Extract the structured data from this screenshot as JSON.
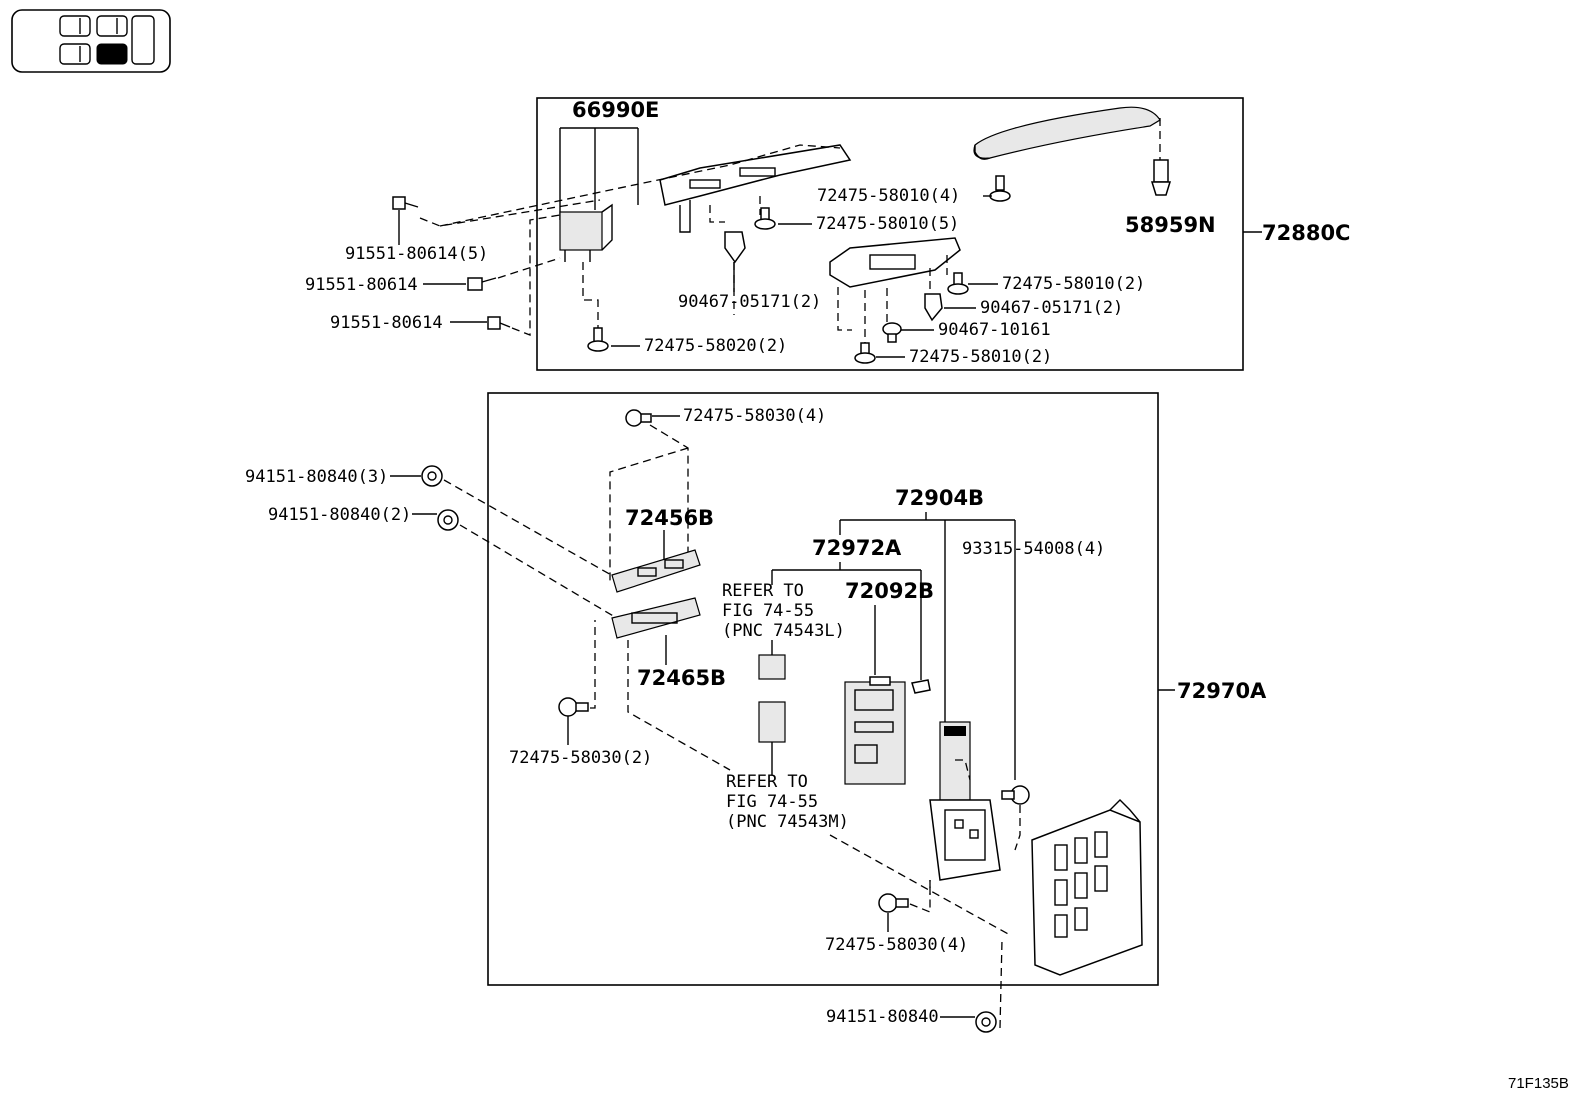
{
  "figure_code": "71F135B",
  "group_top": {
    "assembly": "72880C",
    "labels": {
      "p66990E": "66990E",
      "p58959N": "58959N",
      "p72475_58010_4": "72475-58010(4)",
      "p72475_58010_5": "72475-58010(5)",
      "p91551_80614_5": "91551-80614(5)",
      "p91551_80614_a": "91551-80614",
      "p91551_80614_b": "91551-80614",
      "p90467_05171_2a": "90467-05171(2)",
      "p72475_58010_2a": "72475-58010(2)",
      "p90467_05171_2b": "90467-05171(2)",
      "p90467_10161": "90467-10161",
      "p72475_58020_2": "72475-58020(2)",
      "p72475_58010_2b": "72475-58010(2)"
    }
  },
  "group_bottom": {
    "assembly": "72970A",
    "labels": {
      "p72475_58030_4a": "72475-58030(4)",
      "p94151_80840_3": "94151-80840(3)",
      "p94151_80840_2": "94151-80840(2)",
      "p72456B": "72456B",
      "p72904B": "72904B",
      "p72972A": "72972A",
      "p93315_54008_4": "93315-54008(4)",
      "p72092B": "72092B",
      "p72465B": "72465B",
      "p72475_58030_2": "72475-58030(2)",
      "p72475_58030_4b": "72475-58030(4)",
      "p94151_80840": "94151-80840"
    },
    "refer_l": [
      "REFER TO",
      "FIG 74-55",
      "(PNC 74543L)"
    ],
    "refer_m": [
      "REFER TO",
      "FIG 74-55",
      "(PNC 74543M)"
    ]
  }
}
